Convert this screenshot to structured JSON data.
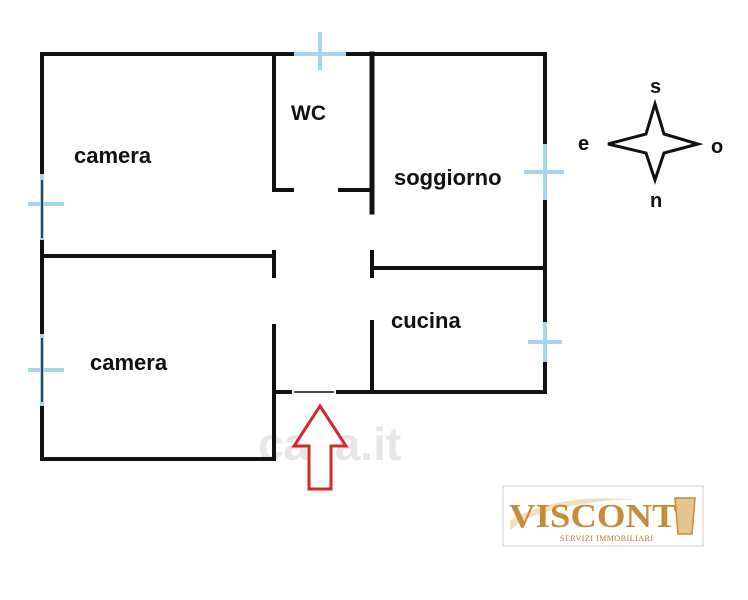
{
  "rooms": {
    "bedroom_top": "camera",
    "wc": "WC",
    "living": "soggiorno",
    "bedroom_bottom": "camera",
    "kitchen": "cucina"
  },
  "compass": {
    "north": "n",
    "south": "s",
    "east": "e",
    "west": "o"
  },
  "watermark": "casa.it",
  "logo": {
    "title": "VISCONTI",
    "subtitle": "SERVIZI IMMOBILIARI"
  },
  "colors": {
    "wall": "#111111",
    "window": "#a8d4ea",
    "entrance_arrow": "#d12a2a",
    "logo": "#c98b3a"
  }
}
